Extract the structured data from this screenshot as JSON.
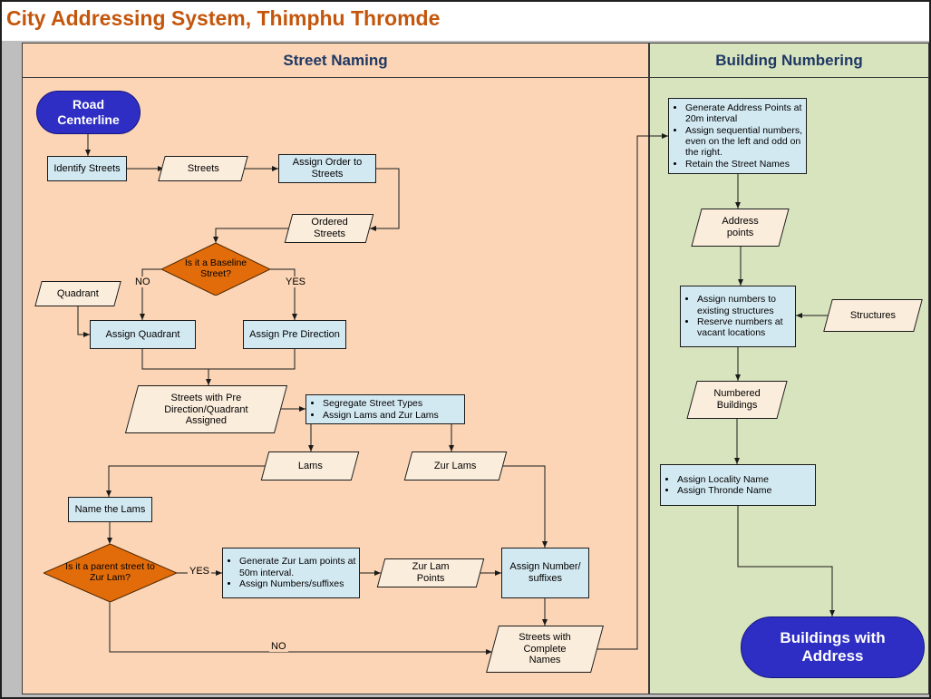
{
  "title": "City Addressing System, Thimphu Thromde",
  "street_naming": {
    "header": "Street Naming",
    "road_centerline": "Road Centerline",
    "identify_streets": "Identify Streets",
    "streets": "Streets",
    "assign_order": "Assign Order to Streets",
    "ordered_streets": "Ordered Streets",
    "baseline_decision": {
      "question": "Is it a Baseline Street?",
      "no_label": "NO",
      "yes_label": "YES"
    },
    "quadrant": "Quadrant",
    "assign_quadrant": "Assign Quadrant",
    "assign_pre_direction": "Assign Pre Direction",
    "streets_with_pre": "Streets with Pre Direction/Quadrant Assigned",
    "segregate": {
      "bullets": [
        "Segregate Street Types",
        "Assign Lams and Zur Lams"
      ]
    },
    "lams": "Lams",
    "zur_lams": "Zur Lams",
    "name_the_lams": "Name the Lams",
    "parent_decision": {
      "question": "Is it a parent street to Zur Lam?",
      "yes_label": "YES",
      "no_label": "NO"
    },
    "generate_zur_points": {
      "bullets": [
        "Generate Zur Lam points at 50m interval.",
        "Assign Numbers/suffixes"
      ]
    },
    "zur_lam_points": "Zur Lam Points",
    "assign_number_suffixes": "Assign Number/ suffixes",
    "streets_complete": "Streets with Complete Names"
  },
  "building_numbering": {
    "header": "Building Numbering",
    "generate_address_points": {
      "bullets": [
        "Generate Address Points at 20m interval",
        "Assign sequential numbers, even on the left and odd on the right.",
        "Retain the Street Names"
      ]
    },
    "address_points": "Address points",
    "assign_numbers": {
      "bullets": [
        "Assign numbers to existing structures",
        "Reserve numbers at vacant locations"
      ]
    },
    "structures": "Structures",
    "numbered_buildings": "Numbered Buildings",
    "assign_locality": {
      "bullets": [
        "Assign Locality Name",
        "Assign Thronde Name"
      ]
    },
    "buildings_with_address": "Buildings with Address"
  },
  "colors": {
    "title_text": "#C4560C",
    "header_text": "#1F3864",
    "street_panel": "#FBD5B5",
    "building_panel": "#D8E4BE",
    "process_fill": "#D3E9F2",
    "data_fill": "#FBEDDC",
    "decision_fill": "#E36C0A",
    "terminator_fill": "#2E2EC4"
  }
}
